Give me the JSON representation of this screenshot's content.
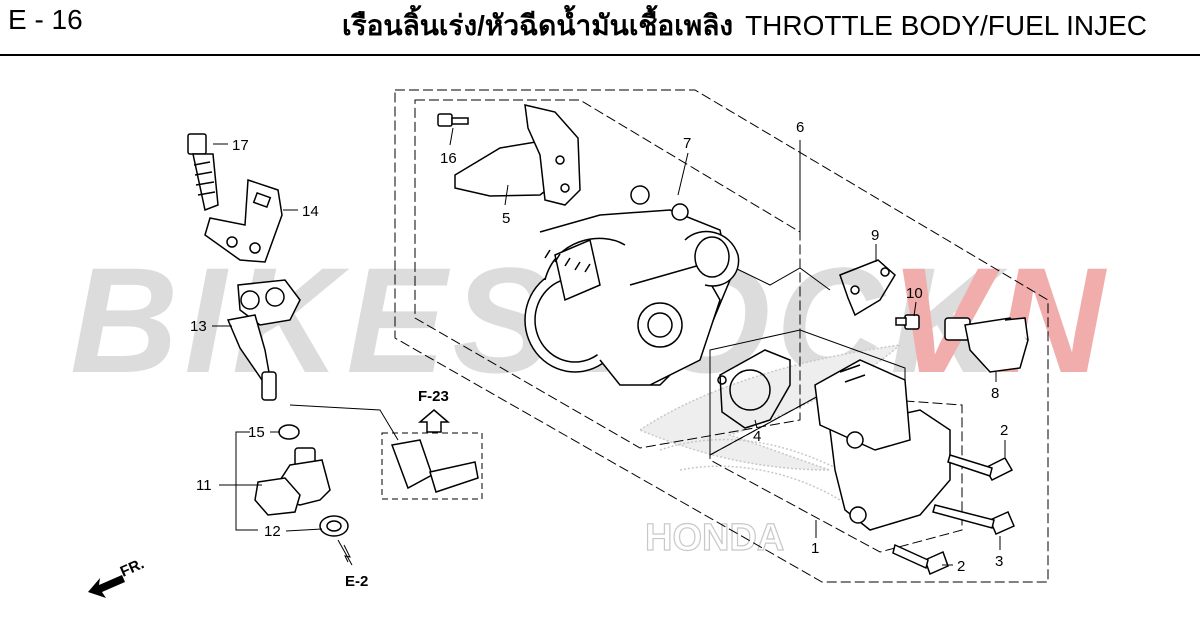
{
  "header": {
    "page_code": "E - 16",
    "title_th": "เรือนลิ้นเร่ง/หัวฉีดน้ำมันเชื้อเพลิง",
    "title_en": "THROTTLE BODY/FUEL INJEC"
  },
  "watermark": {
    "part1": "BIKESTOCK",
    "part2": "VN",
    "part2_color": "#f0a4a4",
    "part1_color": "#d9d9d9"
  },
  "brand_watermark": "HONDA",
  "callouts": {
    "c1": "1",
    "c2a": "2",
    "c2b": "2",
    "c3": "3",
    "c4": "4",
    "c5": "5",
    "c6": "6",
    "c7": "7",
    "c8": "8",
    "c9": "9",
    "c10": "10",
    "c11": "11",
    "c12": "12",
    "c13": "13",
    "c14": "14",
    "c15": "15",
    "c16": "16",
    "c17": "17"
  },
  "refs": {
    "f23": "F-23",
    "e2": "E-2",
    "fr": "FR."
  }
}
